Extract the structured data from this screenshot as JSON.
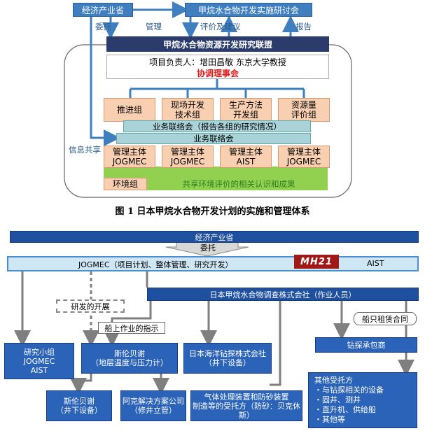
{
  "fig1": {
    "meti": "经济产业省",
    "study_group": "甲烷水合物开发实施研讨会",
    "entrust": "委托",
    "manage": "管理",
    "evaluate": "评价及建议",
    "report": "报告",
    "consortium": "甲烷水合物资源开发研究联盟",
    "leader": "项目负责人：增田昌敬  东京大学教授",
    "coordination": "协调理事会",
    "groups": [
      "推进组",
      "现场开发\n技术组",
      "生产方法\n开发组",
      "资源量\n评价组"
    ],
    "liaison_report": "业务联络会（报告各组的研究情况）",
    "liaison": "业务联络会",
    "info_share": "信息共享",
    "bodies": [
      "管理主体\nJOGMEC",
      "管理主体\nJOGMEC",
      "管理主体\nAIST",
      "管理主体\nJOGMEC"
    ],
    "env_group": "环境组",
    "env_shared": "共享环境评价的相关认识和成果",
    "caption": "图 1    日本甲烷水合物开发计划的实施和管理体系"
  },
  "fig2": {
    "meti": "经济产业省",
    "entrust": "委托",
    "jogmec": "JOGMEC（项目计划、整体管理、研究开发）",
    "logo": "MH21",
    "aist": "AIST",
    "jmh": "日本甲烷水合物调查株式会社（作业人员）",
    "dev": "研发的开展",
    "ship_instr": "船上作业的指示",
    "charter": "船只租赁合同",
    "drill_contractor": "钻探承包商",
    "research_group": "研究小组\nJOGMEC\nAIST",
    "schlumberger_1": "斯伦贝谢\n（地层温度与压力计）",
    "jdc": "日本海洋钻探株式会社\n（井下设备）",
    "other_contractors": "其他受托方\n・与钻探相关的设备\n・固井、测井\n・直升机、供给船\n・其他等",
    "schlumberger_2": "斯伦贝谢\n（井下设备）",
    "aker": "阿克解决方案公司\n（修井立管）",
    "gas_equipment": "气体处理装置和防砂装置\n制造等的受托方（防砂：贝克休斯）"
  },
  "colors": {
    "navy": "#2b3b6b",
    "blue": "#3f7fbf",
    "peach": "#f8cfb0",
    "teal": "#a9d3d8",
    "green": "#92d050",
    "dark_blue": "#1f4f9f",
    "red_text": "#e02020"
  }
}
